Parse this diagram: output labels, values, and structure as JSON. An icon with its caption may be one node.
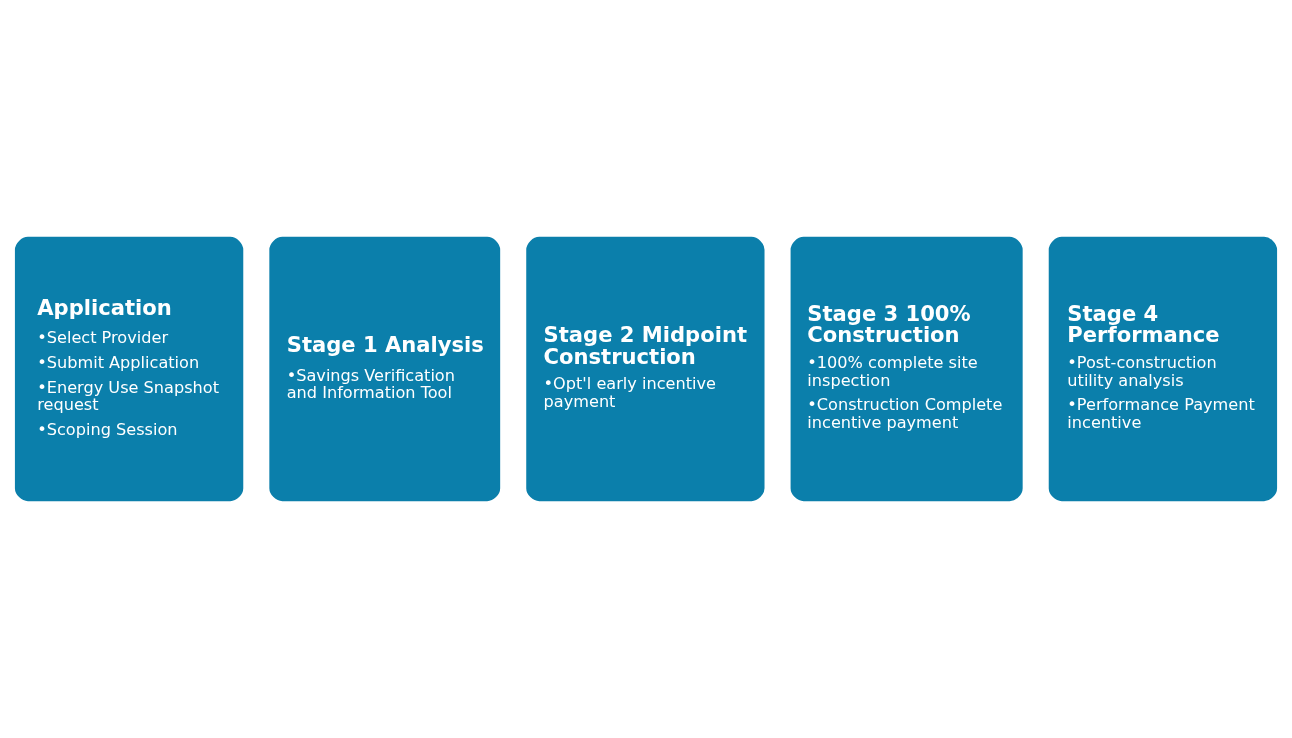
{
  "diagram": {
    "nodes": [
      {
        "text": [
          "Application",
          "•Select Provider",
          "•Submit Application",
          "•Energy Use Snapshot request",
          "•Scoping Session"
        ]
      },
      {
        "text": [
          "Stage 1 Analysis",
          "•Savings Verification and Information Tool"
        ]
      },
      {
        "text": [
          "Stage 2 Midpoint Construction",
          "•Opt'l early incentive payment"
        ]
      },
      {
        "text": [
          "Stage 3 100% Construction",
          "•100% complete site inspection",
          "•Construction Complete incentive payment"
        ]
      },
      {
        "text": [
          "Stage 4 Performance",
          "•Post-construction utility analysis",
          "•Performance Payment incentive"
        ]
      }
    ]
  }
}
